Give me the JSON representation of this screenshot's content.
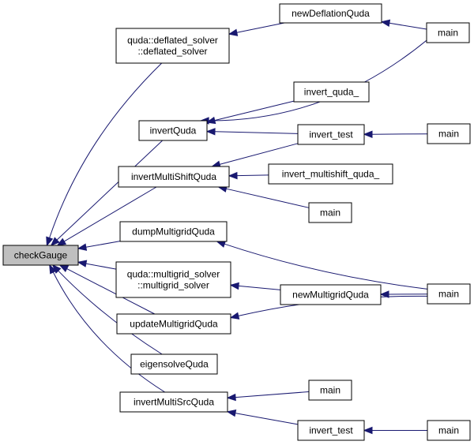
{
  "colors": {
    "edge": "#191970",
    "root_fill": "#bfbfbf",
    "node_fill": "#ffffff",
    "border": "#000000"
  },
  "nodes": {
    "checkGauge": [
      "checkGauge"
    ],
    "deflated_solver": [
      "quda::deflated_solver",
      "::deflated_solver"
    ],
    "newDeflationQuda": [
      "newDeflationQuda"
    ],
    "main_top": [
      "main"
    ],
    "invertQuda": [
      "invertQuda"
    ],
    "invert_quda_": [
      "invert_quda_"
    ],
    "invert_test_1": [
      "invert_test"
    ],
    "main_invert_test_1": [
      "main"
    ],
    "invertMultiShiftQuda": [
      "invertMultiShiftQuda"
    ],
    "invert_multishift_quda_": [
      "invert_multishift_quda_"
    ],
    "main_multishift": [
      "main"
    ],
    "dumpMultigridQuda": [
      "dumpMultigridQuda"
    ],
    "multigrid_solver": [
      "quda::multigrid_solver",
      "::multigrid_solver"
    ],
    "newMultigridQuda": [
      "newMultigridQuda"
    ],
    "main_mg": [
      "main"
    ],
    "updateMultigridQuda": [
      "updateMultigridQuda"
    ],
    "eigensolveQuda": [
      "eigensolveQuda"
    ],
    "invertMultiSrcQuda": [
      "invertMultiSrcQuda"
    ],
    "main_multisrc": [
      "main"
    ],
    "invert_test_2": [
      "invert_test"
    ],
    "main_invert_test_2": [
      "main"
    ]
  },
  "edges": [
    [
      "deflated_solver",
      "checkGauge"
    ],
    [
      "invertQuda",
      "checkGauge"
    ],
    [
      "invertMultiShiftQuda",
      "checkGauge"
    ],
    [
      "dumpMultigridQuda",
      "checkGauge"
    ],
    [
      "multigrid_solver",
      "checkGauge"
    ],
    [
      "updateMultigridQuda",
      "checkGauge"
    ],
    [
      "eigensolveQuda",
      "checkGauge"
    ],
    [
      "invertMultiSrcQuda",
      "checkGauge"
    ],
    [
      "newDeflationQuda",
      "deflated_solver"
    ],
    [
      "main_top",
      "newDeflationQuda"
    ],
    [
      "main_top",
      "invertQuda"
    ],
    [
      "invert_quda_",
      "invertQuda"
    ],
    [
      "invert_test_1",
      "invertQuda"
    ],
    [
      "main_invert_test_1",
      "invert_test_1"
    ],
    [
      "invert_test_1",
      "invertMultiShiftQuda"
    ],
    [
      "invert_multishift_quda_",
      "invertMultiShiftQuda"
    ],
    [
      "main_multishift",
      "invertMultiShiftQuda"
    ],
    [
      "main_mg",
      "dumpMultigridQuda"
    ],
    [
      "newMultigridQuda",
      "multigrid_solver"
    ],
    [
      "main_mg",
      "newMultigridQuda"
    ],
    [
      "main_mg",
      "updateMultigridQuda"
    ],
    [
      "main_multisrc",
      "invertMultiSrcQuda"
    ],
    [
      "invert_test_2",
      "invertMultiSrcQuda"
    ],
    [
      "main_invert_test_2",
      "invert_test_2"
    ]
  ]
}
